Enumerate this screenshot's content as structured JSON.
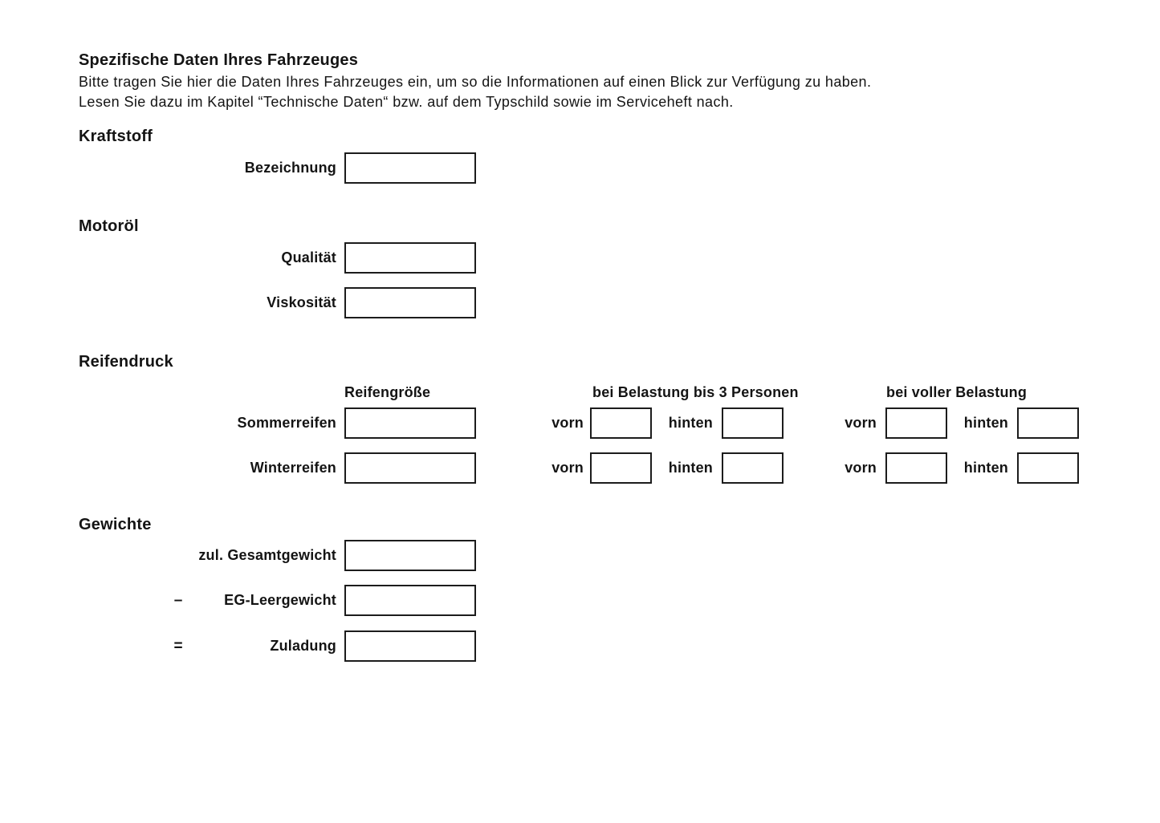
{
  "style": {
    "ink": "#141414",
    "box_border": "#1c1c1c",
    "background": "#ffffff"
  },
  "page": {
    "title": "Spezifische Daten Ihres Fahrzeuges",
    "intro_line1": "Bitte tragen Sie hier die Daten Ihres Fahrzeuges ein, um so die Informationen auf einen Blick zur Verfügung zu haben.",
    "intro_line2": "Lesen Sie dazu im Kapitel “Technische Daten“ bzw. auf dem Typschild sowie im Serviceheft nach."
  },
  "sections": {
    "kraftstoff": {
      "heading": "Kraftstoff",
      "fields": [
        {
          "label": "Bezeichnung",
          "value": ""
        }
      ]
    },
    "motoroel": {
      "heading": "Motoröl",
      "fields": [
        {
          "label": "Qualität",
          "value": ""
        },
        {
          "label": "Viskosität",
          "value": ""
        }
      ]
    },
    "reifendruck": {
      "heading": "Reifendruck",
      "col_headers": {
        "size": "Reifengröße",
        "load3": "bei Belastung bis 3 Personen",
        "full": "bei voller Belastung"
      },
      "front_label": "vorn",
      "rear_label": "hinten",
      "rows": [
        {
          "label": "Sommerreifen",
          "size": "",
          "load3_front": "",
          "load3_rear": "",
          "full_front": "",
          "full_rear": ""
        },
        {
          "label": "Winterreifen",
          "size": "",
          "load3_front": "",
          "load3_rear": "",
          "full_front": "",
          "full_rear": ""
        }
      ]
    },
    "gewichte": {
      "heading": "Gewichte",
      "rows": [
        {
          "operator": "",
          "label": "zul. Gesamtgewicht",
          "value": ""
        },
        {
          "operator": "–",
          "label": "EG-Leergewicht",
          "value": ""
        },
        {
          "operator": "=",
          "label": "Zuladung",
          "value": ""
        }
      ]
    }
  }
}
